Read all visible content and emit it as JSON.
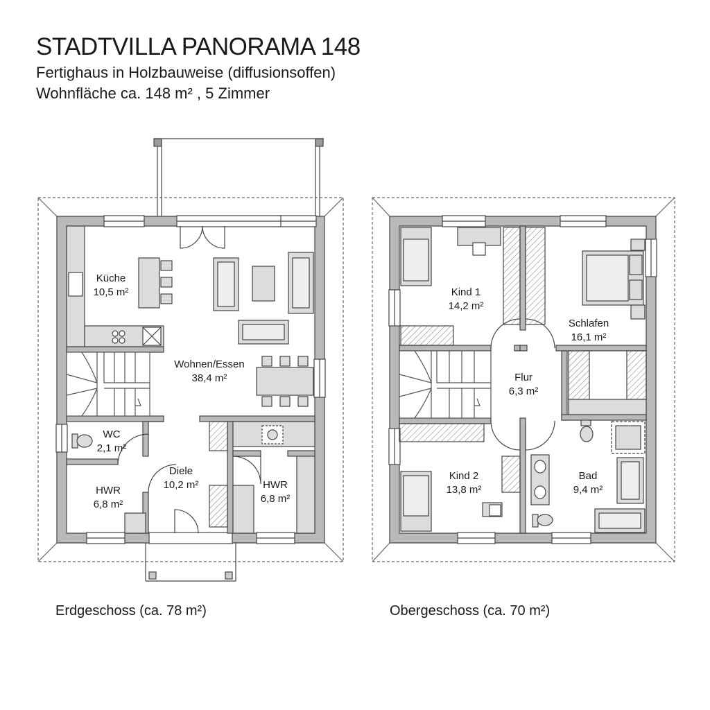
{
  "header": {
    "title": "STADTVILLA PANORAMA 148",
    "subtitle1": "Fertighaus in Holzbauweise (diffusionsoffen)",
    "subtitle2": "Wohnfläche ca. 148 m² , 5 Zimmer"
  },
  "ground_floor": {
    "caption": "Erdgeschoss (ca. 78 m²)",
    "rooms": [
      {
        "name": "Küche",
        "area": "10,5 m²"
      },
      {
        "name": "Wohnen/Essen",
        "area": "38,4 m²"
      },
      {
        "name": "WC",
        "area": "2,1 m²"
      },
      {
        "name": "Diele",
        "area": "10,2 m²"
      },
      {
        "name": "HWR",
        "area": "6,8 m²"
      },
      {
        "name": "HWR",
        "area": "6,8 m²"
      }
    ]
  },
  "upper_floor": {
    "caption": "Obergeschoss (ca. 70 m²)",
    "rooms": [
      {
        "name": "Kind 1",
        "area": "14,2 m²"
      },
      {
        "name": "Schlafen",
        "area": "16,1 m²"
      },
      {
        "name": "Flur",
        "area": "6,3 m²"
      },
      {
        "name": "Kind 2",
        "area": "13,8 m²"
      },
      {
        "name": "Bad",
        "area": "9,4 m²"
      }
    ]
  },
  "colors": {
    "wall": "#b9b9b9",
    "wall_stroke": "#555555",
    "furniture": "#dcdcdc",
    "line": "#333333"
  }
}
